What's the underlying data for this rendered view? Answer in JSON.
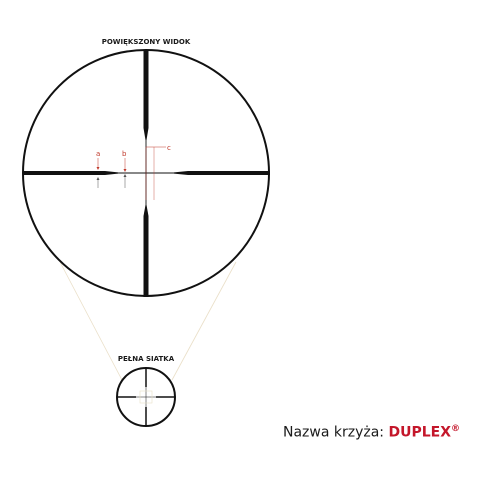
{
  "magnified_view_label": "POWIĘKSZONY WIDOK",
  "full_reticle_label": "PEŁNA SIATKA",
  "markers": {
    "a": "a",
    "b": "b",
    "c": "c"
  },
  "reticle_name": {
    "prefix": "Nazwa krzyża: ",
    "value": "DUPLEX",
    "mark": "®"
  },
  "colors": {
    "accent": "#c4162a",
    "marker_red": "#c0392b",
    "reticle": "#111111",
    "projection_lines": "#eadfc8"
  }
}
